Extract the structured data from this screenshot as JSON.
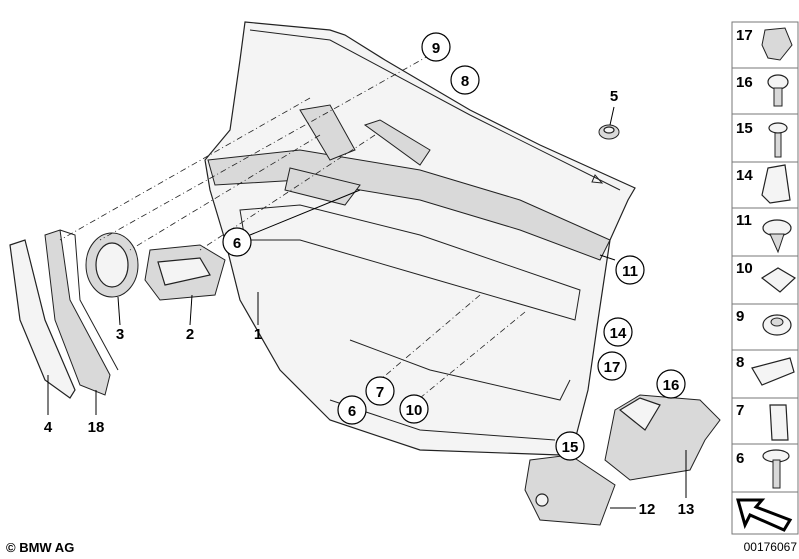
{
  "diagram": {
    "callouts_circled": [
      "9",
      "8",
      "6",
      "11",
      "14",
      "17",
      "16",
      "7",
      "6",
      "10",
      "15"
    ],
    "callouts_plain": [
      "5",
      "3",
      "2",
      "1",
      "4",
      "18",
      "12",
      "13"
    ],
    "legend_items": [
      "17",
      "16",
      "15",
      "14",
      "11",
      "10",
      "9",
      "8",
      "7",
      "6"
    ],
    "copyright": "© BMW AG",
    "drawing_id": "00176067"
  }
}
